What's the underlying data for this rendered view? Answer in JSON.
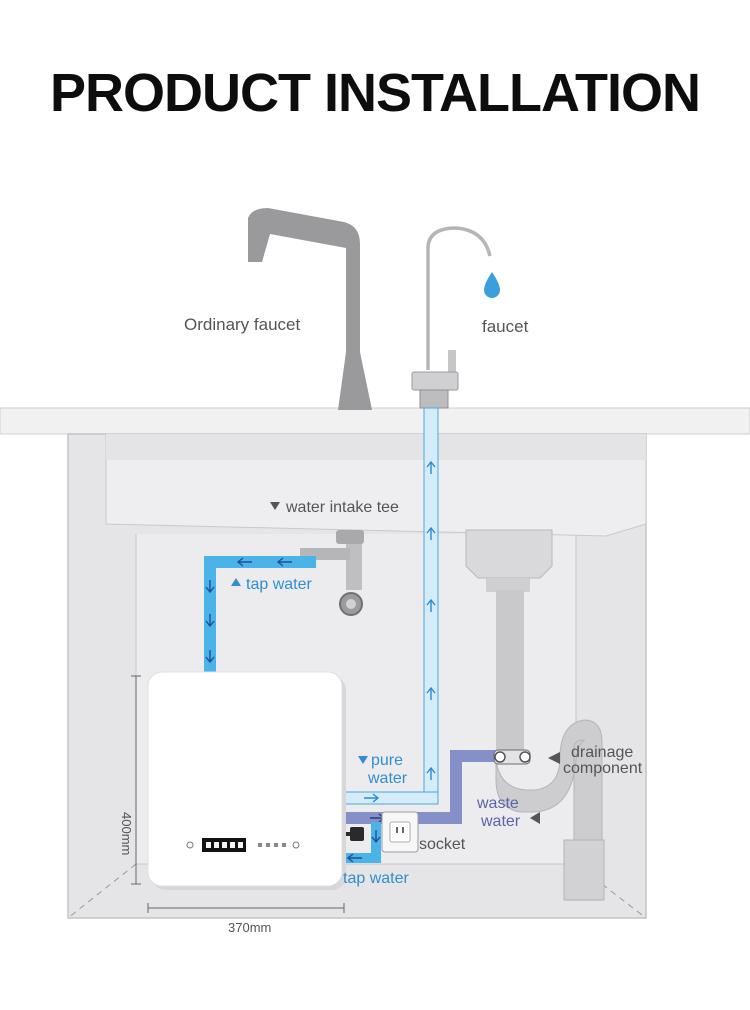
{
  "title": "PRODUCT INSTALLATION",
  "labels": {
    "ordinary_faucet": "Ordinary faucet",
    "faucet": "faucet",
    "water_intake_tee": "water intake tee",
    "tap_water_top": "tap water",
    "pure": "pure",
    "water": "water",
    "drainage": "drainage",
    "component": "component",
    "waste": "waste",
    "waste_water": "water",
    "socket": "socket",
    "tap_water_bottom": "tap water",
    "height_dim": "400mm",
    "width_dim": "370mm"
  },
  "colors": {
    "pure_water": "#d3ecf8",
    "pure_water_line": "#4aa9dc",
    "tap_water": "#4ab3e8",
    "waste_water": "#8590c8",
    "label_blue": "#2f8fd0",
    "label_purple": "#5a64ad",
    "cabinet": "#e7e7e9",
    "faucet_gray": "#9a9a9c"
  }
}
